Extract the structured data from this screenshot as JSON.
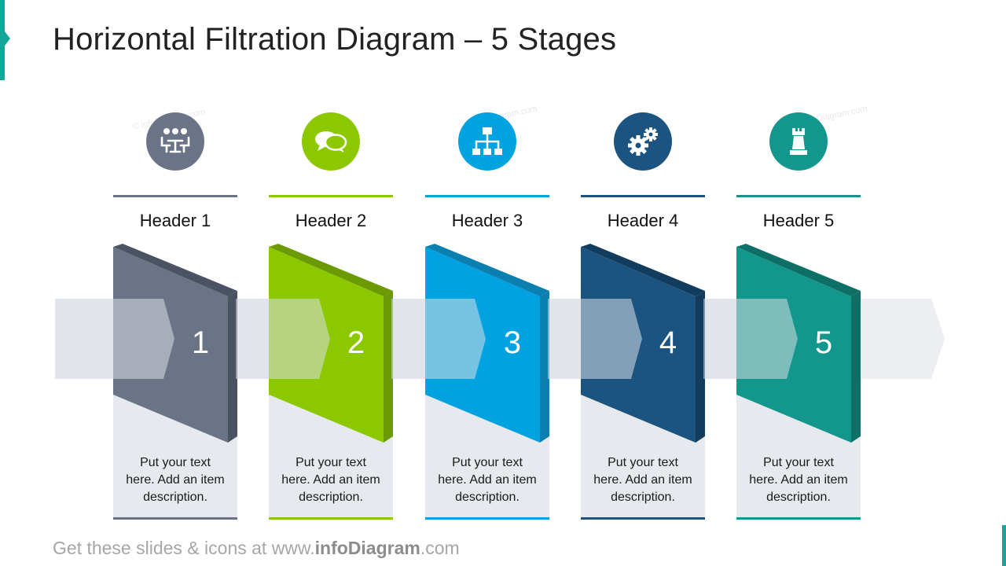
{
  "title": "Horizontal Filtration Diagram – 5 Stages",
  "footer": {
    "prefix": "Get these slides & icons at www.",
    "brand": "infoDiagram",
    "suffix": ".com"
  },
  "watermark": "© infoDiagram.com",
  "stages": [
    {
      "number": "1",
      "header": "Header 1",
      "desc": [
        "Put your text",
        "here. Add an item",
        "description."
      ],
      "icon": "meeting-icon",
      "color": "#6b7486",
      "dark": "#4b5263"
    },
    {
      "number": "2",
      "header": "Header 2",
      "desc": [
        "Put your text",
        "here. Add an item",
        "description."
      ],
      "icon": "speech-bubbles-icon",
      "color": "#8cc800",
      "dark": "#6b9a05"
    },
    {
      "number": "3",
      "header": "Header 3",
      "desc": [
        "Put your text",
        "here. Add an item",
        "description."
      ],
      "icon": "hierarchy-icon",
      "color": "#00a3e0",
      "dark": "#0a7fb0"
    },
    {
      "number": "4",
      "header": "Header 4",
      "desc": [
        "Put your text",
        "here. Add an item",
        "description."
      ],
      "icon": "gears-icon",
      "color": "#1b5480",
      "dark": "#123c5d"
    },
    {
      "number": "5",
      "header": "Header 5",
      "desc": [
        "Put your text",
        "here. Add an item",
        "description."
      ],
      "icon": "chess-rook-icon",
      "color": "#13968c",
      "dark": "#0e6f67"
    }
  ]
}
